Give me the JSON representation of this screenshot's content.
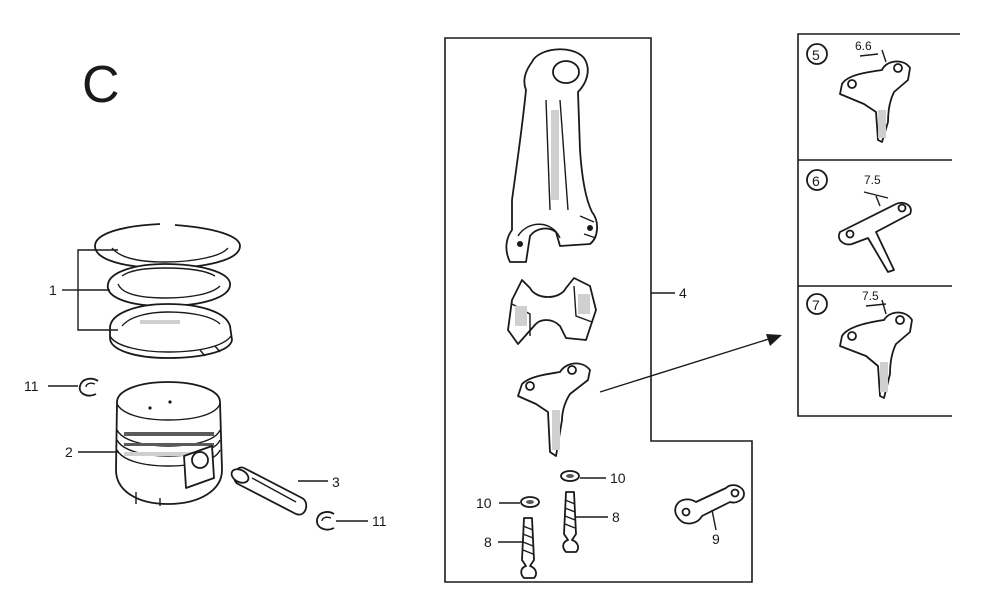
{
  "section_letter": "C",
  "callouts": {
    "piston_rings": "1",
    "piston": "2",
    "piston_pin": "3",
    "connecting_rod_assembly": "4",
    "bolt_left": "8",
    "bolt_right": "8",
    "oil_dipper_plate": "9",
    "washer_left": "10",
    "washer_right": "10",
    "clip_left": "11",
    "clip_right": "11"
  },
  "variants": [
    {
      "number": "5",
      "dimension": "6.6"
    },
    {
      "number": "6",
      "dimension": "7.5"
    },
    {
      "number": "7",
      "dimension": "7.5"
    }
  ],
  "colors": {
    "ink": "#1a1a1a",
    "paper": "#ffffff",
    "shade": "#cfcfcf"
  }
}
